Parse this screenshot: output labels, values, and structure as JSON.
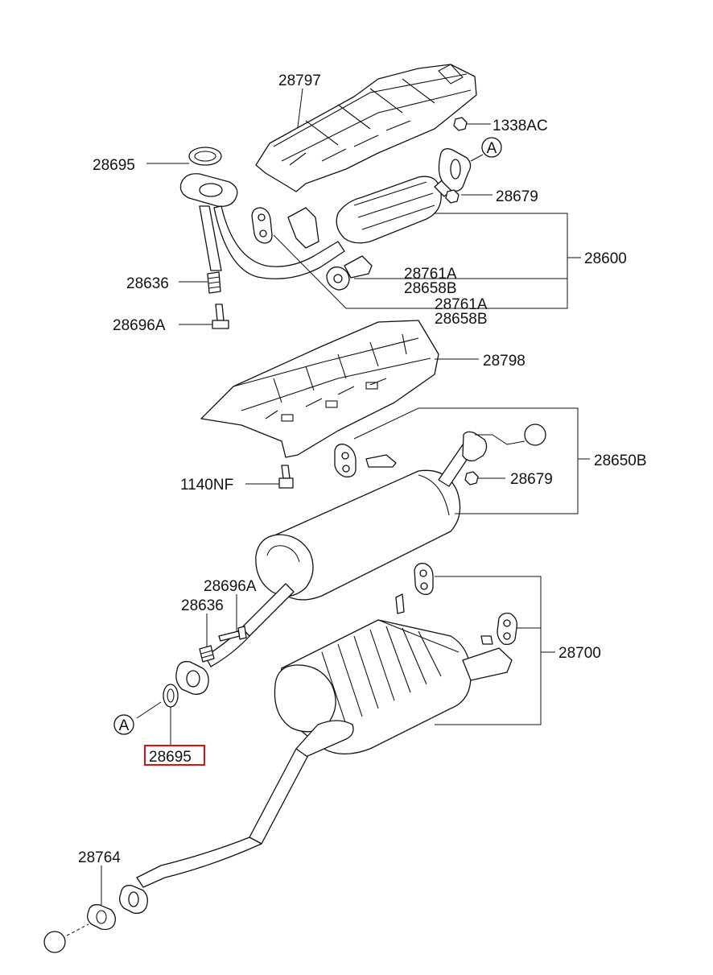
{
  "labels": {
    "p28797": "28797",
    "p1338ac": "1338AC",
    "p28695_top": "28695",
    "p28679_top": "28679",
    "p28600": "28600",
    "p28636_top": "28636",
    "p28761a_1": "28761A",
    "p28658b_1": "28658B",
    "p28761a_2": "28761A",
    "p28658b_2": "28658B",
    "p28696a_top": "28696A",
    "p28798": "28798",
    "p28650b": "28650B",
    "p1140nf": "1140NF",
    "p28679_mid": "28679",
    "p28696a_mid": "28696A",
    "p28636_mid": "28636",
    "p28700": "28700",
    "p28695_bottom": "28695",
    "p28764": "28764"
  },
  "markers": {
    "a_top": "A",
    "a_bottom": "A"
  },
  "highlight_color": "#e01010"
}
